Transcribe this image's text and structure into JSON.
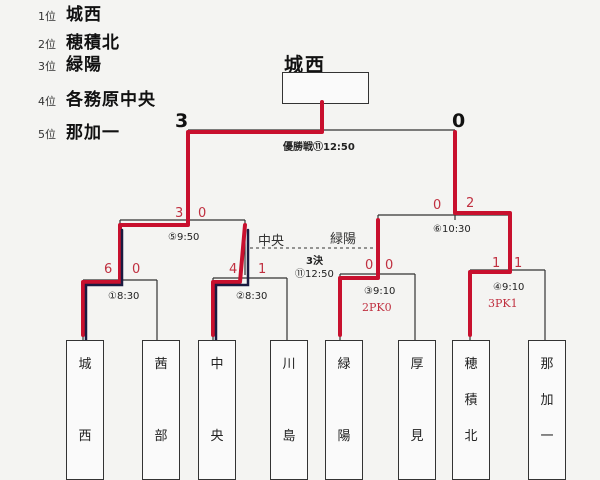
{
  "rankings": [
    {
      "label": "1位",
      "team": "城西"
    },
    {
      "label": "2位",
      "team": "穂積北"
    },
    {
      "label": "3位",
      "team": "緑陽"
    },
    {
      "label": "4位",
      "team": "各務原中央"
    },
    {
      "label": "5位",
      "team": "那加一"
    }
  ],
  "champion": "城西",
  "final": {
    "label": "優勝戦⑪12:50",
    "score_left": "3",
    "score_right": "0"
  },
  "third_place": {
    "label": "3決",
    "time": "⑪12:50",
    "team_left": "中央",
    "team_right": "緑陽"
  },
  "matches": [
    {
      "id": "m1",
      "label": "①8:30",
      "score_left": "6",
      "score_right": "0",
      "note": ""
    },
    {
      "id": "m2",
      "label": "②8:30",
      "score_left": "4",
      "score_right": "1",
      "note": ""
    },
    {
      "id": "m3",
      "label": "③9:10",
      "score_left": "0",
      "score_right": "0",
      "note": "2PK0"
    },
    {
      "id": "m4",
      "label": "④9:10",
      "score_left": "1",
      "score_right": "1",
      "note": "3PK1"
    },
    {
      "id": "m5",
      "label": "⑤9:50",
      "score_left": "3",
      "score_right": "0",
      "note": ""
    },
    {
      "id": "m6",
      "label": "⑥10:30",
      "score_left": "0",
      "score_right": "2",
      "note": ""
    }
  ],
  "teams": [
    {
      "name": "城西",
      "chars": [
        "城",
        "西"
      ]
    },
    {
      "name": "茜部",
      "chars": [
        "茜",
        "部"
      ]
    },
    {
      "name": "中央",
      "chars": [
        "中",
        "央"
      ]
    },
    {
      "name": "川島",
      "chars": [
        "川",
        "島"
      ]
    },
    {
      "name": "緑陽",
      "chars": [
        "緑",
        "陽"
      ]
    },
    {
      "name": "厚見",
      "chars": [
        "厚",
        "見"
      ]
    },
    {
      "name": "穂積北",
      "chars": [
        "穂",
        "積",
        "北"
      ]
    },
    {
      "name": "那加一",
      "chars": [
        "那",
        "加",
        "一"
      ]
    }
  ],
  "colors": {
    "line": "#333333",
    "winner_path": "#c8102e",
    "dark_path": "#1a1a40"
  }
}
